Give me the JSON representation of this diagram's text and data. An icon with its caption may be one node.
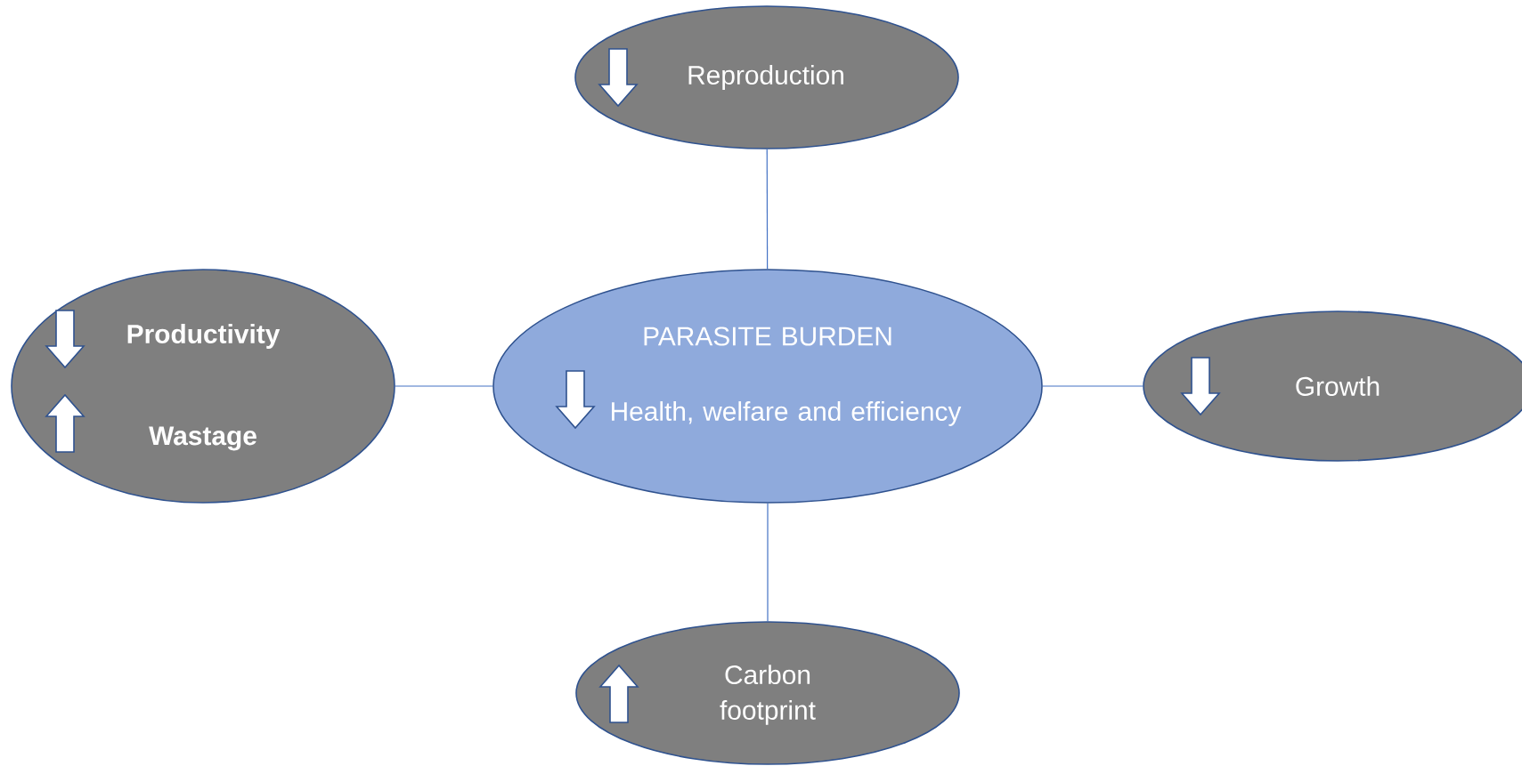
{
  "diagram": {
    "nodes": [
      {
        "text": [
          "Reproduction"
        ]
      },
      {
        "text": [
          "Productivity",
          "Wastage"
        ]
      },
      {
        "text": [
          "PARASITE BURDEN",
          "Health, welfare and efficiency"
        ]
      },
      {
        "text": [
          "Growth"
        ]
      },
      {
        "text": [
          "Carbon footprint"
        ]
      }
    ],
    "edges": [
      {
        "from": 0,
        "to": 2,
        "arrow": "none"
      },
      {
        "from": 1,
        "to": 2,
        "arrow": "none"
      },
      {
        "from": 2,
        "to": 3,
        "arrow": "none"
      },
      {
        "from": 2,
        "to": 4,
        "arrow": "none"
      }
    ]
  }
}
